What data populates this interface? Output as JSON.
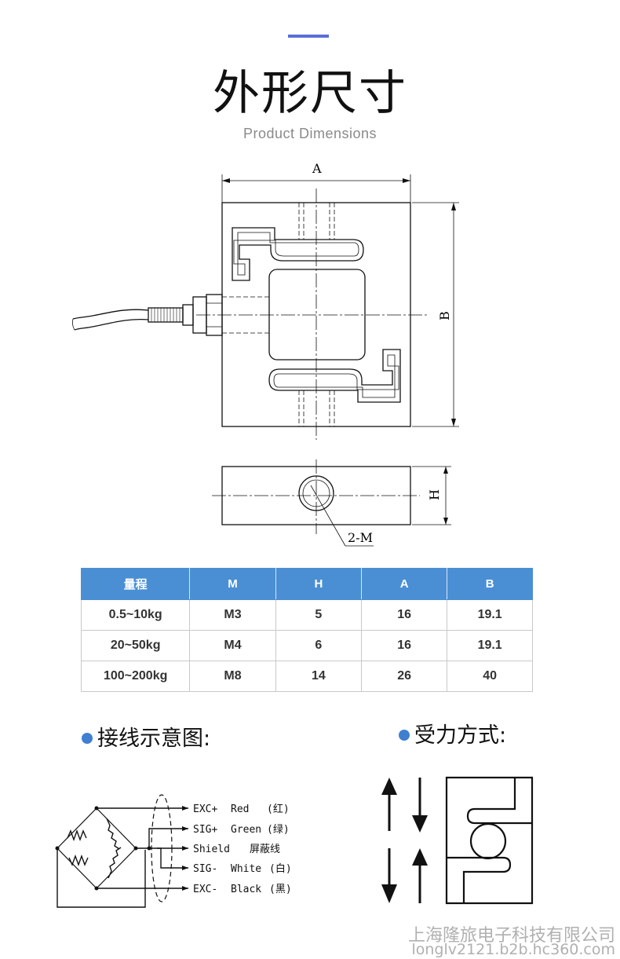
{
  "header": {
    "title": "外形尺寸",
    "subtitle": "Product  Dimensions"
  },
  "drawing": {
    "label_a": "A",
    "label_b": "B",
    "label_h": "H",
    "label_m": "2-M"
  },
  "spec_table": {
    "headers": [
      "量程",
      "M",
      "H",
      "A",
      "B"
    ],
    "rows": [
      [
        "0.5~10kg",
        "M3",
        "5",
        "16",
        "19.1"
      ],
      [
        "20~50kg",
        "M4",
        "6",
        "16",
        "19.1"
      ],
      [
        "100~200kg",
        "M8",
        "14",
        "26",
        "40"
      ]
    ]
  },
  "wiring": {
    "heading": "接线示意图:",
    "wires": [
      {
        "code": "EXC+",
        "color": "Red",
        "cn": "(红)"
      },
      {
        "code": "SIG+",
        "color": "Green",
        "cn": "(绿)"
      },
      {
        "code": "Shield",
        "color": "",
        "cn": "屏蔽线"
      },
      {
        "code": "SIG-",
        "color": "White",
        "cn": "(白)"
      },
      {
        "code": "EXC-",
        "color": "Black",
        "cn": "(黑)"
      }
    ]
  },
  "force": {
    "heading": "受力方式:"
  },
  "watermark": {
    "company": "上海隆旅电子科技有限公司",
    "url": "longlv2121.b2b.hc360.com"
  },
  "colors": {
    "accent": "#5b6fd6",
    "table_header": "#4a8fd4",
    "bullet": "#3f7fd0"
  }
}
